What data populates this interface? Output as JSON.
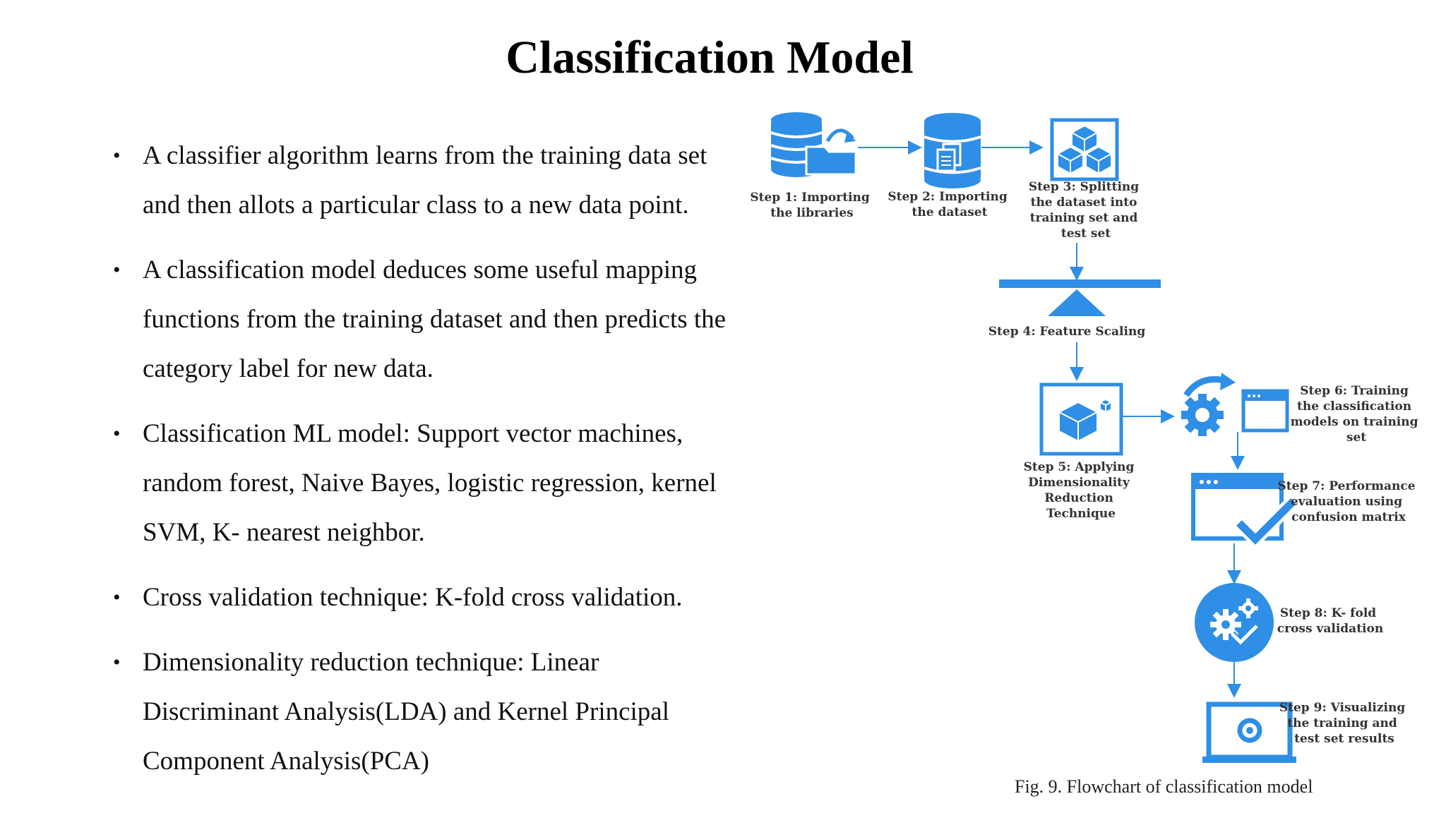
{
  "slide": {
    "title": "Classification Model",
    "bullets": [
      "A classifier algorithm learns from the training data set and then allots a particular class to a new data point.",
      "A classification model deduces some useful mapping functions from the training dataset and then predicts the category label for new data.",
      "Classification ML model: Support vector machines, random forest, Naive Bayes, logistic regression, kernel SVM, K- nearest neighbor.",
      "Cross validation technique: K-fold cross validation.",
      "Dimensionality reduction technique: Linear Discriminant Analysis(LDA) and Kernel Principal Component Analysis(PCA)"
    ]
  },
  "flowchart": {
    "accent_color": "#2f8ee5",
    "caption": "Fig. 9. Flowchart of classification model",
    "steps": [
      {
        "icon": "database-folder-icon",
        "label": [
          "Step 1: Importing",
          "the libraries"
        ]
      },
      {
        "icon": "database-document-icon",
        "label": [
          "Step 2: Importing",
          "the dataset"
        ]
      },
      {
        "icon": "cubes-split-icon",
        "label": [
          "Step 3: Splitting",
          "the dataset into",
          "training set and",
          "test set"
        ]
      },
      {
        "icon": "balance-scale-icon",
        "label": [
          "Step 4: Feature Scaling"
        ]
      },
      {
        "icon": "cube-reduce-icon",
        "label": [
          "Step 5: Applying",
          "Dimensionality",
          "Reduction",
          "Technique"
        ]
      },
      {
        "icon": "gear-window-icon",
        "label": [
          "Step 6: Training",
          "the classification",
          "models on training",
          "set"
        ]
      },
      {
        "icon": "window-check-icon",
        "label": [
          "Step 7: Performance",
          "evaluation using",
          "confusion matrix"
        ]
      },
      {
        "icon": "gears-check-icon",
        "label": [
          "Step 8: K- fold",
          "cross validation"
        ]
      },
      {
        "icon": "monitor-icon",
        "label": [
          "Step 9: Visualizing",
          "the training and",
          "test set results"
        ]
      }
    ]
  }
}
